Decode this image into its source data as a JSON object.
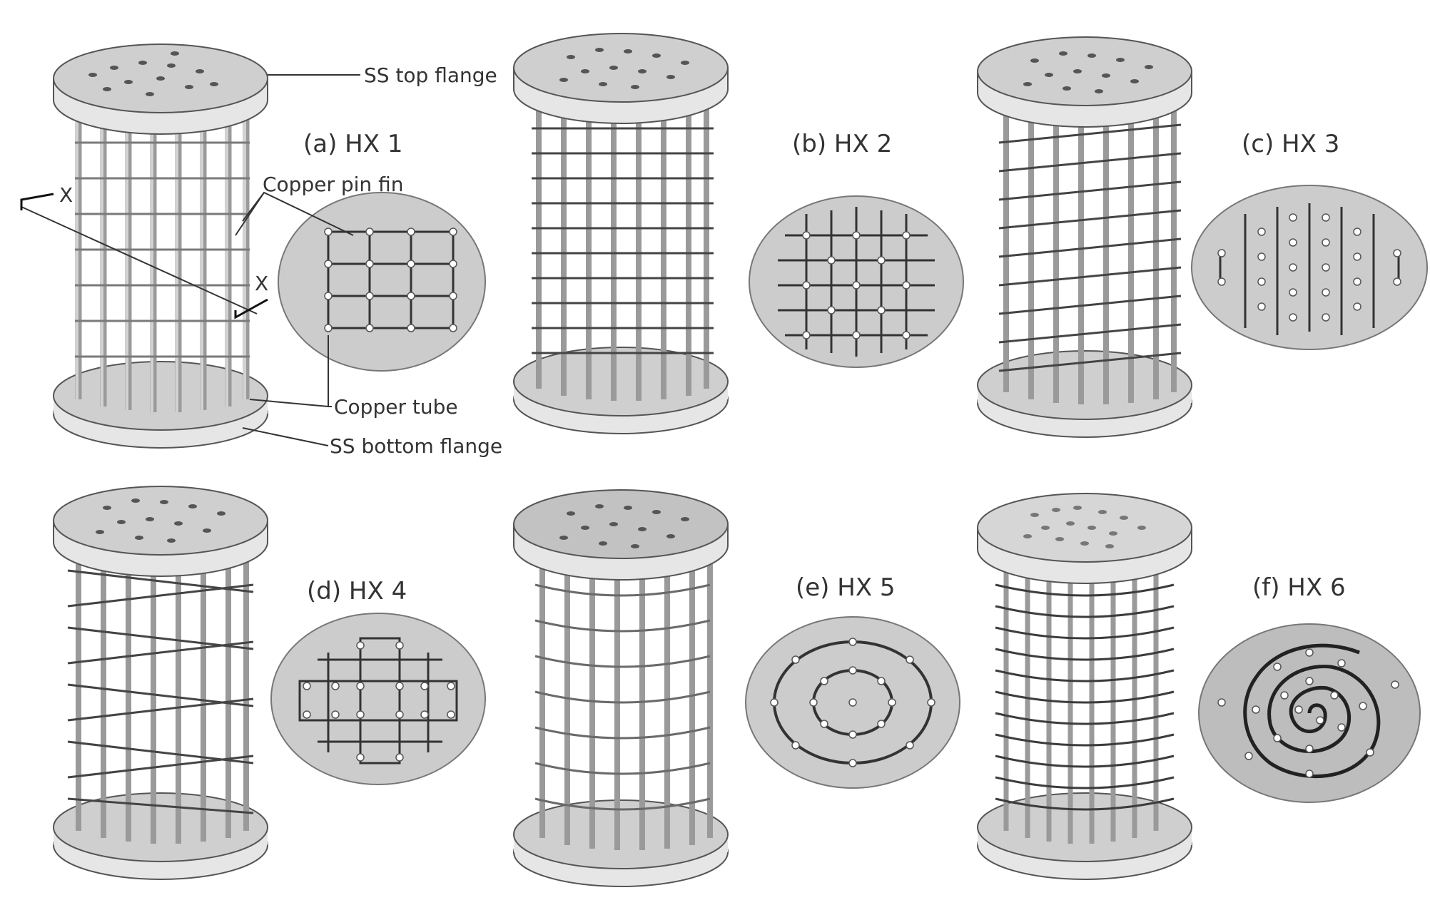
{
  "colors": {
    "flange_top": "#cfcfcf",
    "flange_side": "#e6e6e6",
    "tube": "#bdbdbd",
    "fin": "#3c3c3c",
    "disc": "#cccccc",
    "text": "#333333"
  },
  "panels": [
    {
      "key": "a",
      "label": "(a) HX 1",
      "pattern": "grid"
    },
    {
      "key": "b",
      "label": "(b) HX 2",
      "pattern": "dense-grid"
    },
    {
      "key": "c",
      "label": "(c) HX 3",
      "pattern": "vertical-lines"
    },
    {
      "key": "d",
      "label": "(d) HX 4",
      "pattern": "cross"
    },
    {
      "key": "e",
      "label": "(e) HX 5",
      "pattern": "rings"
    },
    {
      "key": "f",
      "label": "(f) HX 6",
      "pattern": "spiral"
    }
  ],
  "annotations": {
    "top_flange": "SS top flange",
    "pin_fin": "Copper pin fin",
    "tube": "Copper tube",
    "bottom_flange": "SS bottom flange",
    "section_mark_1": "X",
    "section_mark_2": "X"
  }
}
